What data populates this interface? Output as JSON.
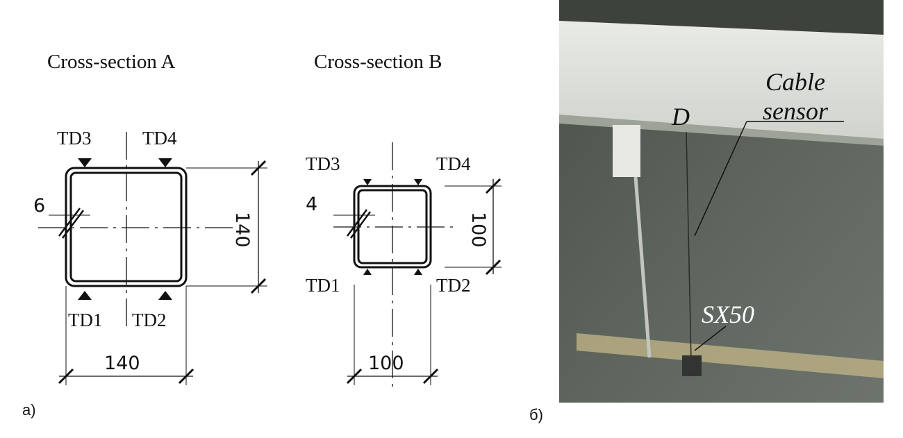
{
  "panel_a": {
    "label": "а)",
    "section_a": {
      "title": "Cross-section A",
      "td1": "TD1",
      "td2": "TD2",
      "td3": "TD3",
      "td4": "TD4",
      "wall": "6",
      "height": "140",
      "width": "140"
    },
    "section_b": {
      "title": "Cross-section B",
      "td1": "TD1",
      "td2": "TD2",
      "td3": "TD3",
      "td4": "TD4",
      "wall": "4",
      "height": "100",
      "width": "100"
    }
  },
  "panel_b": {
    "label": "б)",
    "d_label": "D",
    "cable_line1": "Cable",
    "cable_line2": "sensor",
    "sx50": "SX50"
  }
}
